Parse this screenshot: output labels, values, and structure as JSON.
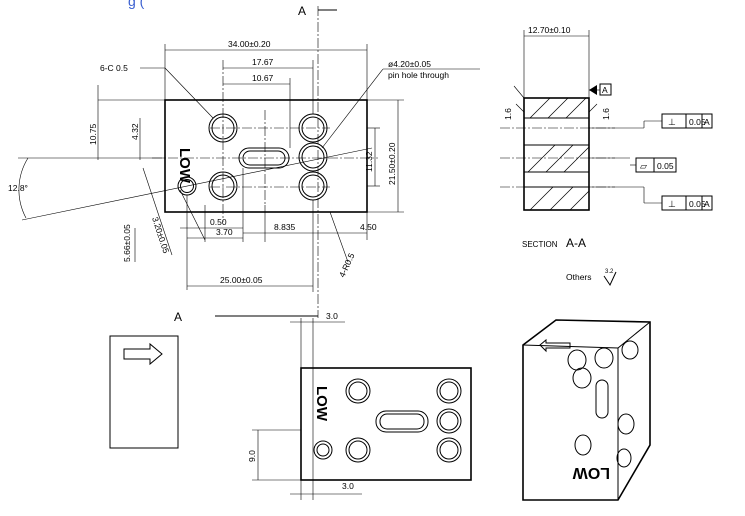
{
  "top_partial_label": "g (",
  "section_mark": "A",
  "front_view": {
    "chamfer_note": "6-C 0.5",
    "overall_width": "34.00±0.20",
    "span_outer": "17.67",
    "span_inner": "10.67",
    "pin_hole_dia": "ø4.20±0.05",
    "pin_hole_note": "pin hole through",
    "dim_left_10_75": "10.75",
    "dim_4_32": "4.32",
    "angle": "12.8°",
    "dim_11_32": "11.32",
    "height": "21.50±0.20",
    "dim_0_50": "0.50",
    "dim_3_70": "3.70",
    "dim_8_835": "8.835",
    "dim_4_50": "4.50",
    "dim_3_20": "3.20±0.05",
    "dim_5_66": "5.66±0.05",
    "radius_note": "4-R0.5",
    "dim_25": "25.00±0.05",
    "engraving": "LOW"
  },
  "section_view": {
    "thickness": "12.70±0.10",
    "datum": "A",
    "chamfer_left": "1.6",
    "chamfer_right": "1.6",
    "tol_top_symbol": "⊥",
    "tol_top_value": "0.05",
    "tol_top_datum": "A",
    "tol_mid_symbol": "▱",
    "tol_mid_value": "0.05",
    "tol_bot_symbol": "⊥",
    "tol_bot_value": "0.05",
    "tol_bot_datum": "A",
    "title": "SECTION",
    "title_letter": "A-A",
    "others": "Others",
    "roughness": "3.2"
  },
  "bottom_view": {
    "dim_top": "3.0",
    "dim_left": "9.0",
    "dim_bottom": "3.0",
    "engraving": "LOW"
  },
  "iso_view": {
    "engraving": "LOW"
  }
}
